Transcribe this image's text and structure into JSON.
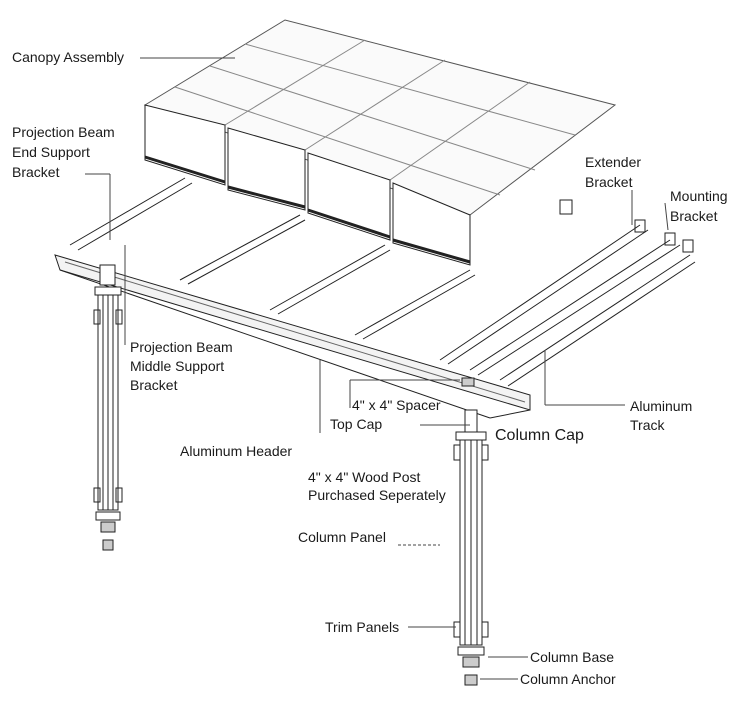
{
  "labels": {
    "canopy_assembly": "Canopy Assembly",
    "end_support": [
      "Projection Beam",
      "End Support",
      "Bracket"
    ],
    "extender_bracket": [
      "Extender",
      "Bracket"
    ],
    "mounting_bracket": [
      "Mounting",
      "Bracket"
    ],
    "middle_support": [
      "Projection Beam",
      "Middle Support",
      "Bracket"
    ],
    "spacer": "4\" x 4\" Spacer",
    "top_cap": "Top Cap",
    "column_cap": "Column Cap",
    "aluminum_track": [
      "Aluminum",
      "Track"
    ],
    "aluminum_header": "Aluminum Header",
    "wood_post": [
      "4\" x 4\" Wood Post",
      "Purchased Seperately"
    ],
    "column_panel": "Column Panel",
    "trim_panels": "Trim Panels",
    "column_base": "Column Base",
    "column_anchor": "Column Anchor"
  }
}
